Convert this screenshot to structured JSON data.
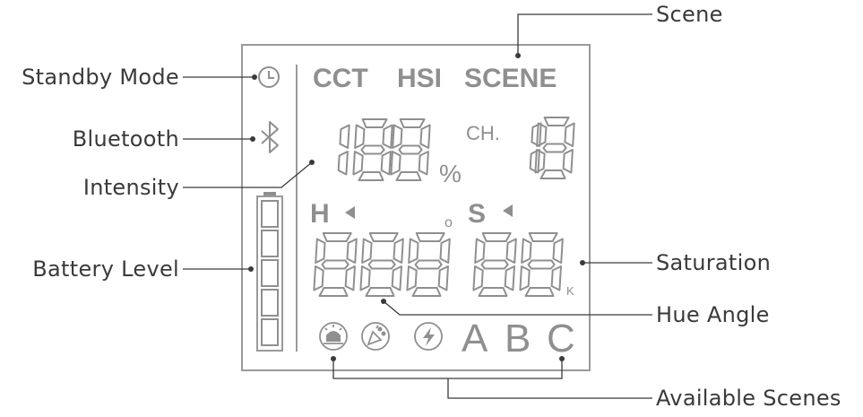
{
  "callouts": {
    "scene": "Scene",
    "standby": "Standby Mode",
    "bluetooth": "Bluetooth",
    "intensity": "Intensity",
    "battery": "Battery Level",
    "saturation": "Saturation",
    "hue": "Hue Angle",
    "scenes": "Available Scenes"
  },
  "display": {
    "modes": {
      "cct": "CCT",
      "hsi": "HSI",
      "scene": "SCENE"
    },
    "intensity_unit": "%",
    "channel_label": "CH.",
    "hue_label": "H",
    "sat_label": "S",
    "degree": "o",
    "kelvin": "K",
    "scene_letters": [
      "A",
      "B",
      "C"
    ],
    "intensity_digits": "188",
    "channel_digits": "18",
    "lower_digits": "88888",
    "battery_bars": 5
  },
  "colors": {
    "lcd": "#8f8f8f",
    "line": "#3a3a3a",
    "text": "#3a3a3a"
  }
}
